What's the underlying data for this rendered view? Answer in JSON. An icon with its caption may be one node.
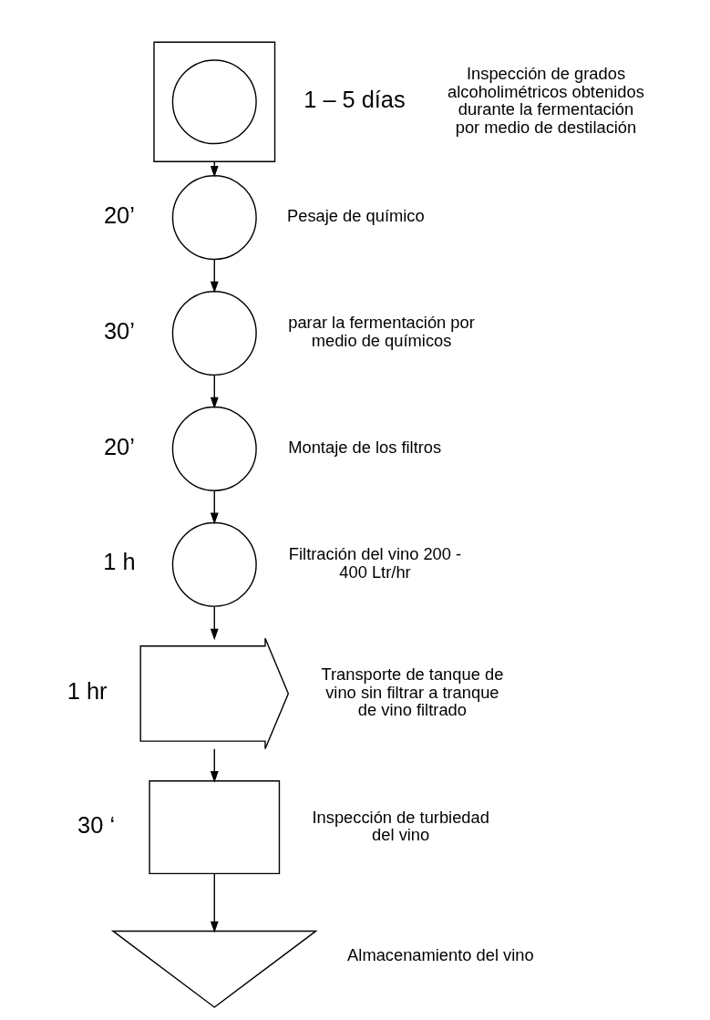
{
  "diagram": {
    "nodes": [
      {
        "text": [],
        "shape": "box",
        "beside": [
          "1 – 5 días",
          "Inspección de grados alcoholimétricos obtenidos durante la fermentación por medio de destilación"
        ]
      },
      {
        "text": [],
        "shape": "circle",
        "in": 0
      },
      {
        "text": [],
        "shape": "circle",
        "beside": [
          "20’",
          "Pesaje de químico"
        ]
      },
      {
        "text": [],
        "shape": "circle",
        "beside": [
          "30’",
          "parar la fermentación por medio de químicos"
        ]
      },
      {
        "text": [],
        "shape": "circle",
        "beside": [
          "20’",
          "Montaje de los filtros"
        ]
      },
      {
        "text": [],
        "shape": "circle",
        "beside": [
          "1 h",
          "Filtración del vino 200 - 400 Ltr/hr"
        ]
      },
      {
        "text": [],
        "shape": "arrow",
        "beside": [
          "1 hr",
          "Transporte de tanque de vino sin filtrar a tranque de vino filtrado"
        ]
      },
      {
        "text": [],
        "shape": "box",
        "beside": [
          "30 ‘",
          "Inspección de turbiedad del vino"
        ]
      },
      {
        "text": [],
        "shape": "triangle",
        "beside": [
          "Almacenamiento del vino"
        ]
      }
    ],
    "edges": [
      {
        "from": 0,
        "to": 2,
        "arrow": "to"
      },
      {
        "from": 2,
        "to": 3,
        "arrow": "to"
      },
      {
        "from": 3,
        "to": 4,
        "arrow": "to"
      },
      {
        "from": 4,
        "to": 5,
        "arrow": "to"
      },
      {
        "from": 5,
        "to": 6,
        "arrow": "to"
      },
      {
        "from": 6,
        "to": 7,
        "arrow": "to"
      },
      {
        "from": 7,
        "to": 8,
        "arrow": "to"
      }
    ]
  }
}
